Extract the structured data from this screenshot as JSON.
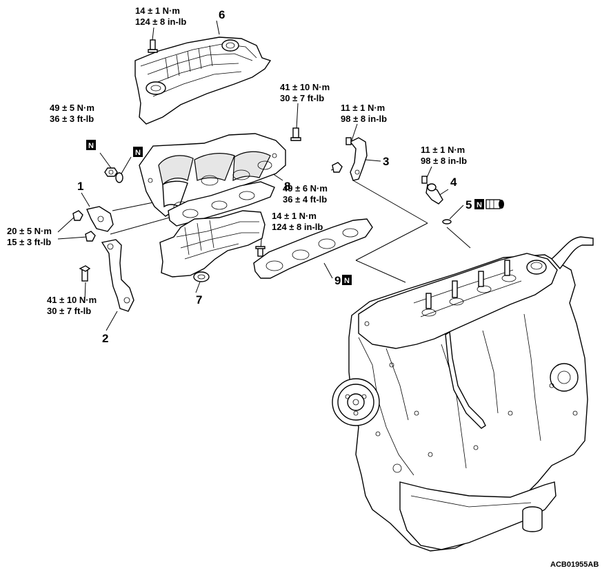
{
  "torque_labels": {
    "t6_nm": "14 ± 1 N·m",
    "t6_alt": "124 ± 8 in-lb",
    "t8_nm": "41 ± 10 N·m",
    "t8_alt": "30 ± 7 ft-lb",
    "t3_nm": "11 ± 1 N·m",
    "t3_alt": "98 ± 8 in-lb",
    "t4_nm": "11 ± 1 N·m",
    "t4_alt": "98 ± 8 in-lb",
    "tnut_nm": "49 ± 5 N·m",
    "tnut_alt": "36 ± 3 ft-lb",
    "t3b_nm": "49 ± 6 N·m",
    "t3b_alt": "36 ± 4 ft-lb",
    "t9_nm": "14 ± 1 N·m",
    "t9_alt": "124 ± 8 in-lb",
    "t1_nm": "20 ± 5 N·m",
    "t1_alt": "15 ± 3 ft-lb",
    "t2_nm": "41 ± 10 N·m",
    "t2_alt": "30 ± 7 ft-lb"
  },
  "part_numbers": {
    "p1": "1",
    "p2": "2",
    "p3": "3",
    "p4": "4",
    "p5": "5",
    "p6": "6",
    "p7": "7",
    "p8": "8",
    "p9": "9"
  },
  "n_marker": "N",
  "reference_code": "ACB01955AB"
}
